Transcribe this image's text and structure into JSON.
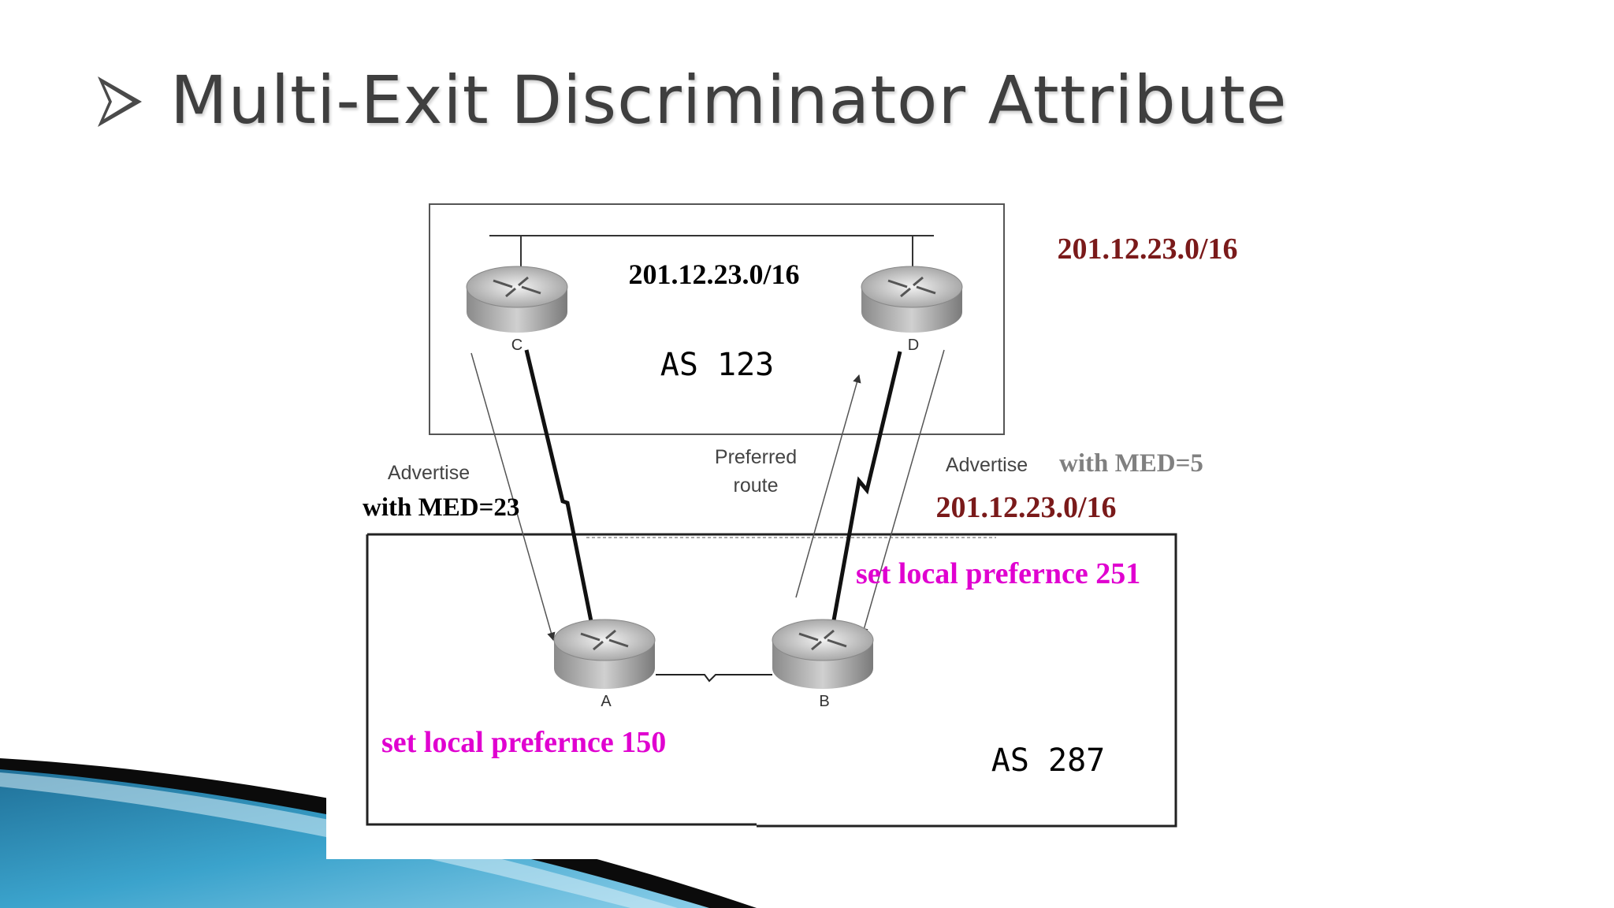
{
  "slide": {
    "title": "Multi-Exit Discriminator Attribute",
    "bullet_icon": "arrowhead-bullet-icon",
    "accent_colors": {
      "swoosh_blue": "#3ba3cc",
      "swoosh_dark": "#0b0b0b"
    }
  },
  "diagram": {
    "colors": {
      "network_label": "#7a1a1a",
      "local_pref": "#e000d0",
      "med_gray": "#808080",
      "router_body": "#a8a8a8"
    },
    "as123": {
      "network": "201.12.23.0/16",
      "label": "AS 123"
    },
    "as287": {
      "label": "AS 287"
    },
    "outer_network_label": "201.12.23.0/16",
    "lower_network_label": "201.12.23.0/16",
    "routers": {
      "c": "C",
      "d": "D",
      "a": "A",
      "b": "B"
    },
    "left_advertise": {
      "word": "Advertise",
      "med": "with MED=23"
    },
    "right_advertise": {
      "word": "Advertise",
      "med": "with MED=5"
    },
    "preferred_route": {
      "line1": "Preferred",
      "line2": "route"
    },
    "local_pref_a": "set local prefernce 150",
    "local_pref_b": "set local prefernce 251"
  }
}
